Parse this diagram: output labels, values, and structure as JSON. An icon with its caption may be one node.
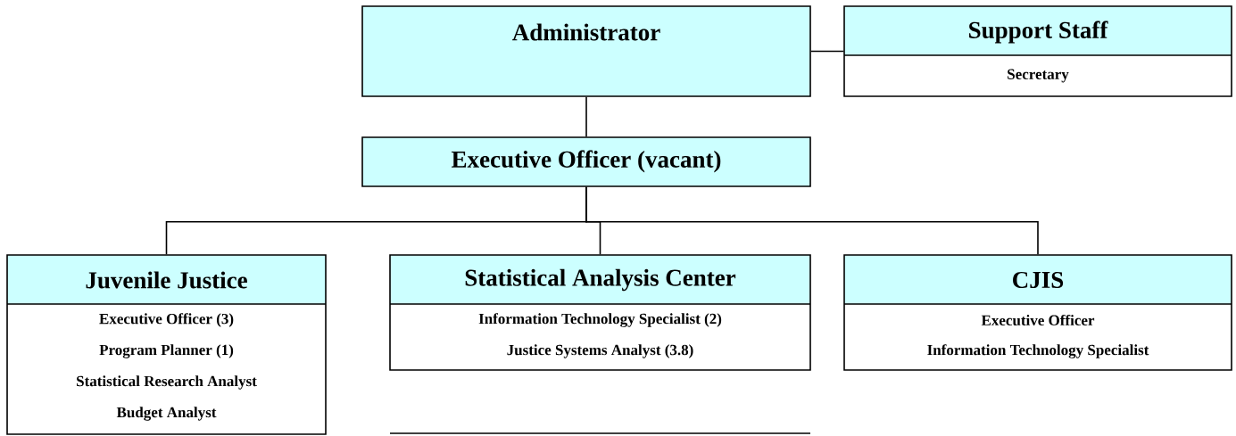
{
  "diagram": {
    "nodes": [
      {
        "text": [
          "Administrator"
        ]
      },
      {
        "text": [
          "Support Staff",
          "Secretary"
        ]
      },
      {
        "text": [
          "Executive Officer (vacant)"
        ]
      },
      {
        "text": [
          "Juvenile Justice",
          "Executive Officer (3)",
          "Program Planner (1)",
          "Statistical Research Analyst",
          "Budget Analyst"
        ]
      },
      {
        "text": [
          "Statistical Analysis Center",
          "Information Technology Specialist (2)",
          "Justice Systems Analyst (3.8)"
        ]
      },
      {
        "text": [
          "CJIS",
          "Executive Officer",
          "Information Technology Specialist"
        ]
      }
    ],
    "edges": [
      {
        "from": 0,
        "to": 1,
        "arrow": "none"
      },
      {
        "from": 0,
        "to": 2,
        "arrow": "none"
      },
      {
        "from": 2,
        "to": 3,
        "arrow": "none"
      },
      {
        "from": 2,
        "to": 4,
        "arrow": "none"
      },
      {
        "from": 2,
        "to": 5,
        "arrow": "none"
      }
    ]
  }
}
